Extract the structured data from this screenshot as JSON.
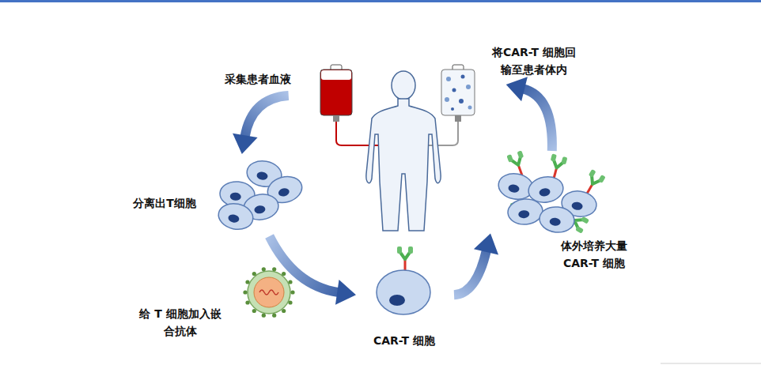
{
  "diagram": {
    "nodes": [
      {
        "text": [
          "采集患者血液"
        ]
      },
      {
        "text": [
          "分离出T细胞"
        ]
      },
      {
        "text": [
          "给 T 细胞加入嵌 合抗体"
        ]
      },
      {
        "text": [
          "CAR-T 细胞"
        ]
      },
      {
        "text": [
          "体外培养大量 CAR-T 细胞"
        ]
      },
      {
        "text": [
          "将CAR-T 细胞回输至患者体内"
        ]
      }
    ],
    "edges": [
      {
        "from": 0,
        "to": 1,
        "arrow": "to"
      },
      {
        "from": 1,
        "to": 3,
        "arrow": "to"
      },
      {
        "from": 3,
        "to": 4,
        "arrow": "to"
      },
      {
        "from": 4,
        "to": 5,
        "arrow": "to"
      }
    ]
  }
}
